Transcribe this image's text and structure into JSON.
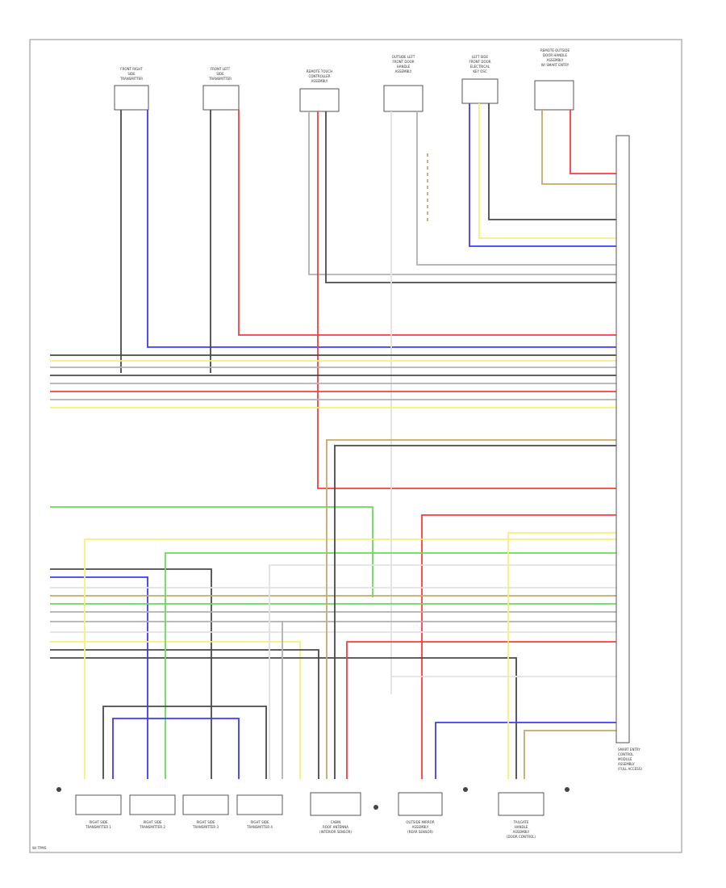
{
  "colors": {
    "black": "#4a4a4a",
    "gray": "#b0b0b0",
    "red": "#ff3b3b",
    "blue": "#3b3bff",
    "yellow": "#f4f07a",
    "tan": "#c8a86a",
    "green": "#66dd55",
    "pink": "#ff9bb0",
    "white": "#e2e2e2"
  },
  "top_components": [
    {
      "lines": [
        "FRONT RIGHT",
        "SIDE",
        "TRANSMITTER"
      ]
    },
    {
      "lines": [
        "FRONT LEFT",
        "SIDE",
        "TRANSMITTER"
      ]
    },
    {
      "lines": [
        "REMOTE TOUCH",
        "CONTROLLER",
        "ASSEMBLY"
      ]
    },
    {
      "lines": [
        "OUTSIDE LEFT",
        "FRONT DOOR",
        "HANDLE",
        "ASSEMBLY"
      ]
    },
    {
      "lines": [
        "LEFT SIDE",
        "FRONT DOOR",
        "ELECTRICAL",
        "KEY OSC"
      ]
    },
    {
      "lines": [
        "REMOTE OUTSIDE",
        "DOOR HANDLE",
        "ASSEMBLY",
        "W/ SMART ENTRY"
      ]
    }
  ],
  "bottom_components": [
    {
      "lines": [
        "RIGHT SIDE",
        "TRANSMITTER 1"
      ]
    },
    {
      "lines": [
        "RIGHT SIDE",
        "TRANSMITTER 2"
      ]
    },
    {
      "lines": [
        "RIGHT SIDE",
        "TRANSMITTER 3"
      ]
    },
    {
      "lines": [
        "RIGHT SIDE",
        "TRANSMITTER 4"
      ]
    },
    {
      "lines": [
        "CABIN",
        "ROOF ANTENNA",
        "(INTERIOR SENSOR)"
      ]
    },
    {
      "lines": [
        "OUTSIDE MIRROR",
        "ASSEMBLY",
        "(REAR SENSOR)"
      ]
    },
    {
      "lines": [
        "TAILGATE",
        "HANDLE",
        "ASSEMBLY",
        "(DOOR CONTROL)"
      ]
    }
  ],
  "control_module": {
    "lines": [
      "SMART ENTRY",
      "CONTROL",
      "MODULE",
      "ASSEMBLY",
      "(FULL ACCESS)"
    ]
  },
  "footer_code": "W/ TPMS"
}
